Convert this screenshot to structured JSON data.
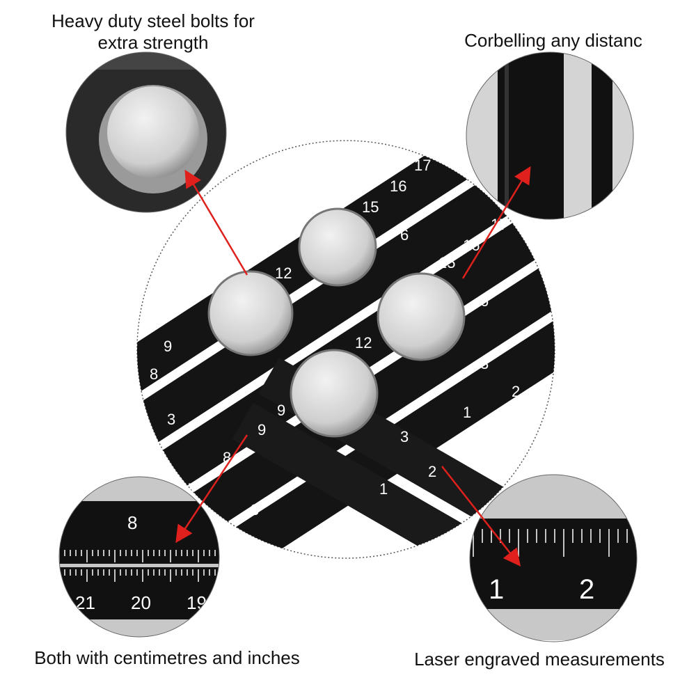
{
  "captions": {
    "top_left": "Heavy duty steel bolts for extra strength",
    "top_right": "Corbelling any distanc",
    "bottom_left": "Both with centimetres and inches",
    "bottom_right": "Laser engraved measurements"
  },
  "ruler_numbers": {
    "main": [
      "8",
      "9",
      "12",
      "15",
      "16",
      "17",
      "6",
      "9",
      "12",
      "3",
      "2",
      "1",
      "3",
      "8",
      "7",
      "9",
      "2",
      "1",
      "3",
      "15",
      "16",
      "17",
      "6",
      "3"
    ],
    "detail_left": [
      "8",
      "21",
      "20",
      "19"
    ],
    "detail_right": [
      "1",
      "2"
    ]
  },
  "colors": {
    "arrow": "#e0201c",
    "ruler": "#141414",
    "knob": "#d9d9d9"
  }
}
